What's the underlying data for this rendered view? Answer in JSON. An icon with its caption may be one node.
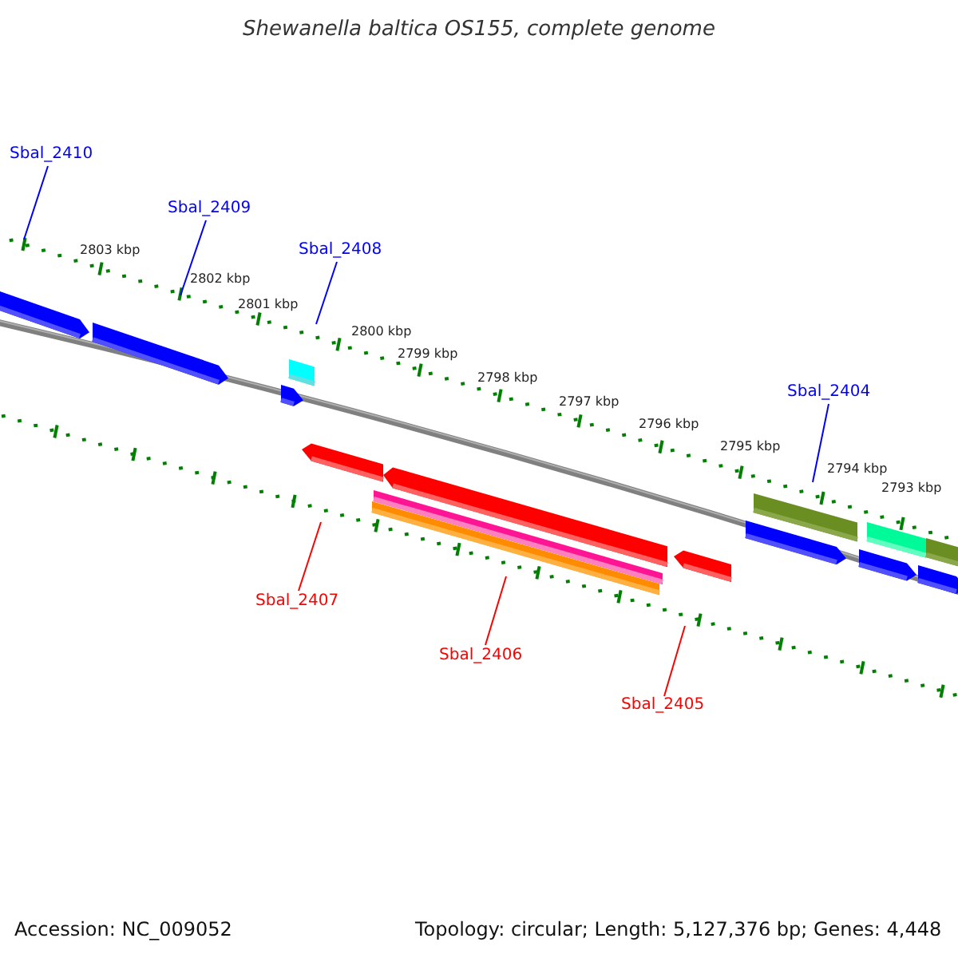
{
  "diagram": {
    "title": "Shewanella baltica OS155, complete genome",
    "nodes": [
      {
        "text": [
          "Sbal_2410"
        ]
      },
      {
        "text": [
          "Sbal_2409"
        ]
      },
      {
        "text": [
          "Sbal_2408"
        ]
      },
      {
        "text": [
          "Sbal_2404"
        ]
      },
      {
        "text": [
          "Sbal_2407"
        ]
      },
      {
        "text": [
          "Sbal_2406"
        ]
      },
      {
        "text": [
          "Sbal_2405"
        ]
      }
    ],
    "edges": [
      {
        "from": 0,
        "to": null,
        "arrow": "none"
      },
      {
        "from": 1,
        "to": null,
        "arrow": "none"
      },
      {
        "from": 2,
        "to": null,
        "arrow": "none"
      },
      {
        "from": 3,
        "to": null,
        "arrow": "none"
      },
      {
        "from": 4,
        "to": null,
        "arrow": "none",
        "color": "#ff0000"
      },
      {
        "from": 5,
        "to": null,
        "arrow": "none",
        "color": "#ff0000"
      },
      {
        "from": 6,
        "to": null,
        "arrow": "none",
        "color": "#ff0000"
      }
    ],
    "labels": [
      "2803 kbp",
      "2802 kbp",
      "2801 kbp",
      "2800 kbp",
      "2799 kbp",
      "2798 kbp",
      "2797 kbp",
      "2796 kbp",
      "2795 kbp",
      "2794 kbp",
      "2793 kbp",
      "Accession: NC_009052",
      "Topology: circular; Length: 5,127,376 bp; Genes: 4,448"
    ]
  }
}
